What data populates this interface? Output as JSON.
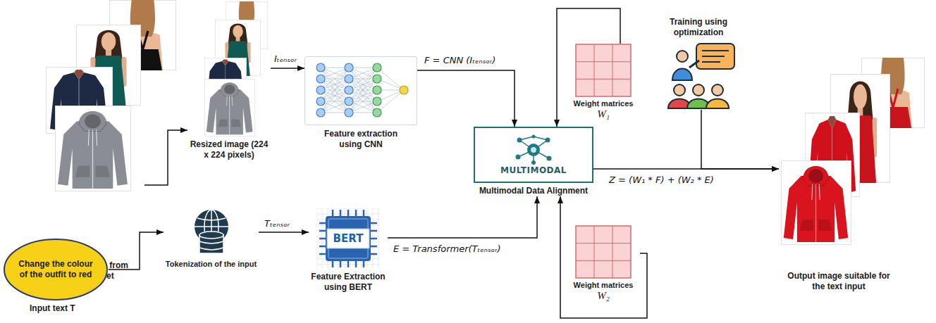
{
  "diagram": {
    "nodes": [
      {
        "text": [
          "Input images from the dataset",
          "I"
        ]
      },
      {
        "text": [
          "Resized image (224 x 224 pixels)"
        ]
      },
      {
        "text": [
          "Feature extraction using CNN"
        ]
      },
      {
        "text": [
          "Weight matrices",
          "W₁"
        ]
      },
      {
        "text": [
          "Training using optimization"
        ]
      },
      {
        "text": [
          "MULTIMODAL",
          "Multimodal Data Alignment"
        ]
      },
      {
        "text": [
          "Output image suitable for the text input"
        ]
      },
      {
        "text": [
          "Tokenization of the input"
        ]
      },
      {
        "text": [
          "BERT",
          "Feature Extraction using BERT"
        ]
      },
      {
        "text": [
          "Weight matrices",
          "W₂"
        ]
      },
      {
        "text": [
          "Change the colour of the outfit to red",
          "Input text T"
        ]
      }
    ],
    "edges": [
      {
        "from": 0,
        "to": 1,
        "arrow": "to"
      },
      {
        "from": 1,
        "to": 2,
        "label": "Iₜₑₙₛₒᵣ",
        "arrow": "to"
      },
      {
        "from": 2,
        "to": 5,
        "label": "F = CNN (Iₜₑₙₛₒᵣ)",
        "arrow": "to"
      },
      {
        "from": 3,
        "to": 5,
        "arrow": "to"
      },
      {
        "from": 5,
        "to": 6,
        "label": "Z = (W₁ * F) + (W₂ * E)",
        "arrow": "to"
      },
      {
        "from": 4,
        "to": 6,
        "arrow": "to"
      },
      {
        "from": 10,
        "to": 7,
        "arrow": "to"
      },
      {
        "from": 7,
        "to": 8,
        "label": "Tₜₑₙₛₒᵣ",
        "arrow": "to"
      },
      {
        "from": 8,
        "to": 5,
        "label": "E = Transformer(Tₜₑₙₛₒᵣ)",
        "arrow": "to"
      },
      {
        "from": 9,
        "to": 5,
        "arrow": "to"
      }
    ]
  }
}
